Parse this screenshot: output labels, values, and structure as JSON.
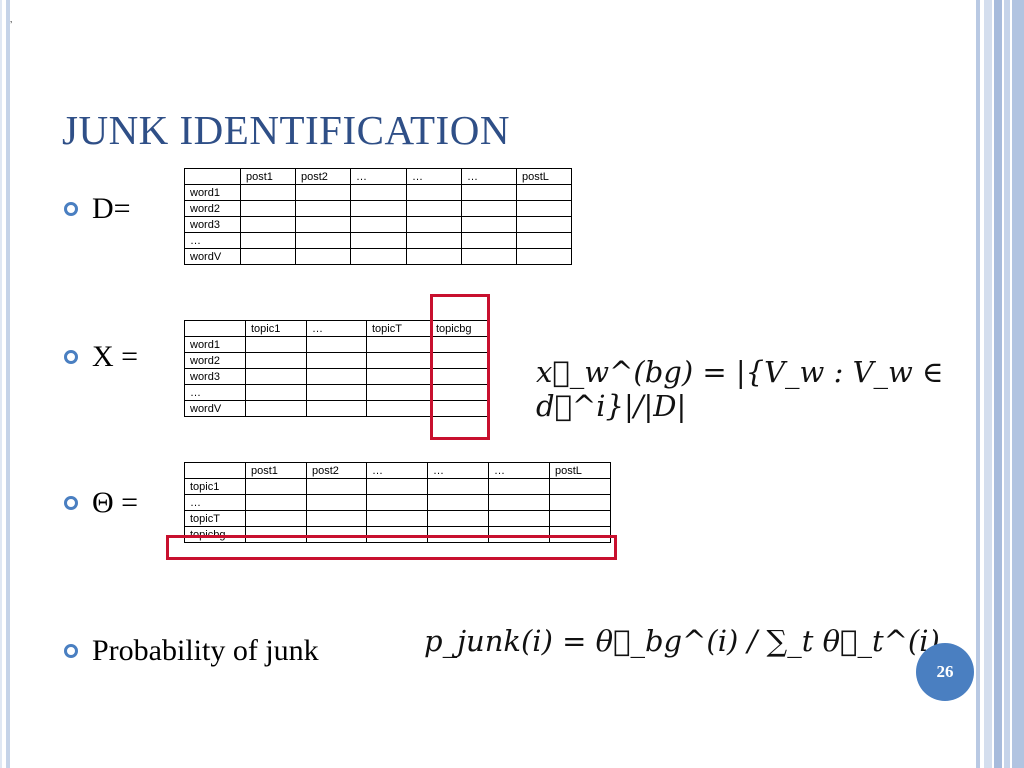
{
  "slide": {
    "corner_mark": "’",
    "title": "JUNK IDENTIFICATION",
    "page_number": "26"
  },
  "bullets": {
    "d": "D=",
    "x": "X =",
    "theta": "Θ =",
    "prob": "Probability of junk"
  },
  "tables": {
    "d_matrix": {
      "headers": [
        "",
        "post1",
        "post2",
        "…",
        "…",
        "…",
        "postL"
      ],
      "rows": [
        "word1",
        "word2",
        "word3",
        "…",
        "wordV"
      ]
    },
    "x_matrix": {
      "headers": [
        "",
        "topic1",
        "…",
        "topicT",
        "topicbg"
      ],
      "rows": [
        "word1",
        "word2",
        "word3",
        "…",
        "wordV"
      ]
    },
    "theta_matrix": {
      "headers": [
        "",
        "post1",
        "post2",
        "…",
        "…",
        "…",
        "postL"
      ],
      "rows": [
        "topic1",
        "…",
        "topicT",
        "topicbg"
      ]
    }
  },
  "formulas": {
    "x_bg": "x⃗_w^(bg) = |{V_w : V_w ∈ d⃗^i}|/|D|",
    "p_junk": "p_junk(i) = θ⃗_bg^(i) / ∑_t θ⃗_t^(i)"
  },
  "colors": {
    "title": "#2f4f87",
    "accent": "#4a7fc1",
    "highlight": "#c8102e"
  }
}
